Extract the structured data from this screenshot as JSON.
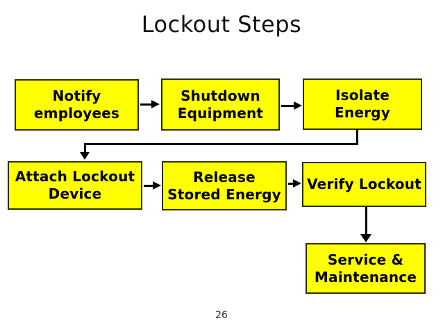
{
  "slide": {
    "title": "Lockout Steps",
    "page_number": "26",
    "colors": {
      "background": "#ffffff",
      "box_fill": "#ffff00",
      "box_border": "#2e2e00",
      "box_text": "#000000",
      "connector": "#000000",
      "title_text": "#111111",
      "page_number_text": "#333333"
    },
    "boxes": [
      {
        "id": "notify-employees",
        "lines": [
          "Notify",
          "employees"
        ]
      },
      {
        "id": "shutdown-equipment",
        "lines": [
          "Shutdown",
          "Equipment"
        ]
      },
      {
        "id": "isolate-energy",
        "lines": [
          "Isolate",
          "Energy"
        ]
      },
      {
        "id": "attach-lockout-device",
        "lines": [
          "Attach Lockout",
          "Device"
        ]
      },
      {
        "id": "release-stored-energy",
        "lines": [
          "Release",
          "Stored Energy"
        ]
      },
      {
        "id": "verify-lockout",
        "lines": [
          "Verify Lockout"
        ]
      },
      {
        "id": "service-maintenance",
        "lines": [
          "Service &",
          "Maintenance"
        ]
      }
    ]
  }
}
